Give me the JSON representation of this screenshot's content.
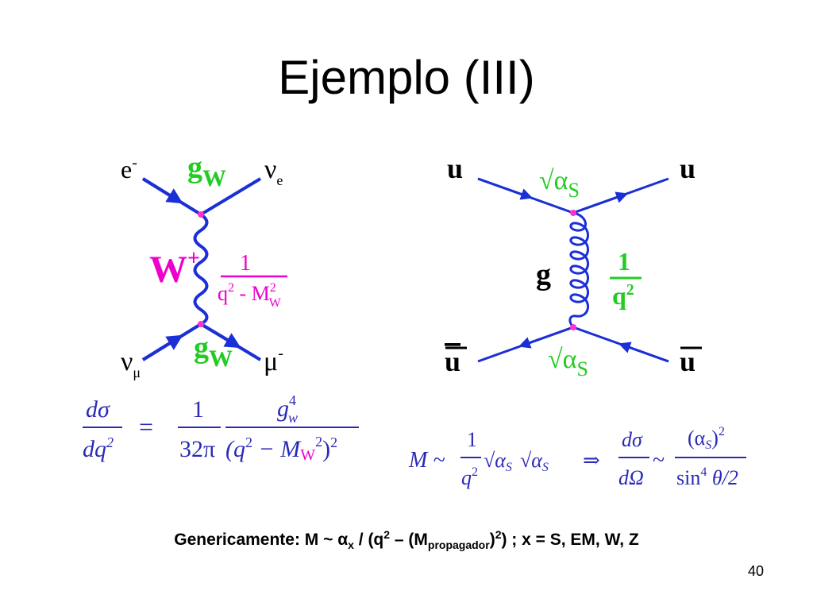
{
  "slide": {
    "title": "Ejemplo (III)",
    "page_number": "40"
  },
  "weak_diagram": {
    "top_left": "e",
    "top_left_sup": "-",
    "top_right": "ν",
    "top_right_sub": "e",
    "bottom_left": "ν",
    "bottom_left_sub": "μ",
    "bottom_right": "μ",
    "bottom_right_sup": "-",
    "vertex_coupling_top": "g",
    "vertex_coupling_top_sub": "W",
    "vertex_coupling_bottom": "g",
    "vertex_coupling_bottom_sub": "W",
    "boson": "W",
    "boson_sup": "+",
    "propagator_num": "1",
    "propagator_den_a": "q",
    "propagator_den_a_sup": "2",
    "propagator_den_b": " - M",
    "propagator_den_b_sup": "2",
    "propagator_den_b_sub": "W"
  },
  "strong_diagram": {
    "top_left": "u",
    "top_right": "u",
    "bottom_left": "u",
    "bottom_right": "u",
    "vertex_top": "√α",
    "vertex_top_sub": "S",
    "vertex_bottom": "√α",
    "vertex_bottom_sub": "S",
    "boson": "g",
    "propagator_num": "1",
    "propagator_den": "q",
    "propagator_den_sup": "2"
  },
  "weak_formula": {
    "lhs_num": "dσ",
    "lhs_den": "dq",
    "lhs_den_sup": "2",
    "equals": "=",
    "f1_num": "1",
    "f1_den": "32π",
    "f2_num": "g",
    "f2_num_sup": "4",
    "f2_num_sub": "w",
    "f2_den_a": "(q",
    "f2_den_a_sup": "2",
    "f2_den_b": " − M",
    "f2_den_b_sub": "W",
    "f2_den_c": "2",
    "f2_den_d": ")",
    "f2_den_d_sup": "2"
  },
  "strong_formula": {
    "m": "M ~",
    "f1_num": "1",
    "f1_den": "q",
    "f1_den_sup": "2",
    "roots": "√α",
    "roots_sub": "S",
    "implies": "⇒",
    "f2_num": "dσ",
    "f2_den": "dΩ",
    "tilde": "~",
    "f3_num": "(α",
    "f3_num_sub": "S",
    "f3_num_close": ")",
    "f3_num_sup": "2",
    "f3_den": "sin",
    "f3_den_sup": "4",
    "f3_den_b": " θ/2"
  },
  "generic_line": {
    "prefix": "Genericamente: M ~ α",
    "x_sub": "x",
    "middle": " / (q",
    "q_sup": "2",
    "dash": " – (M",
    "prop_sub": "propagador",
    "close": ")",
    "close_sup": "2",
    "end": ")   ; x = S, EM, W, Z"
  },
  "colors": {
    "line_blue": "#1a2fd6",
    "coupling_green": "#22cc22",
    "boson_magenta": "#ee00cc",
    "formula_blue": "#2a2ab8",
    "vertex_dot": "#ff33cc"
  }
}
